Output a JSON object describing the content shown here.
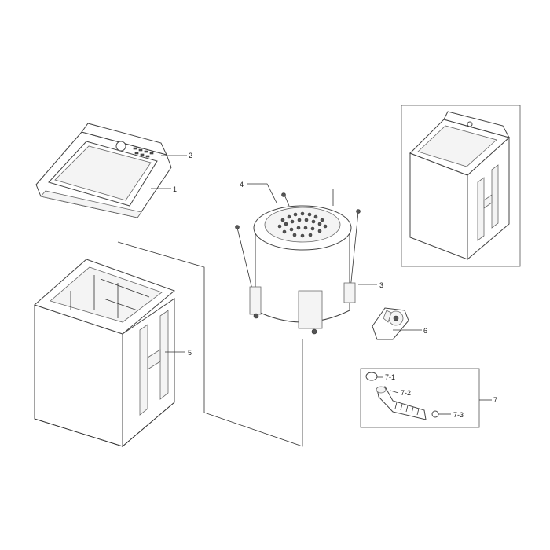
{
  "callouts": {
    "c1": "1",
    "c2": "2",
    "c3": "3",
    "c4": "4",
    "c5": "5",
    "c6": "6",
    "c7": "7",
    "c7_1": "7-1",
    "c7_2": "7-2",
    "c7_3": "7-3"
  }
}
